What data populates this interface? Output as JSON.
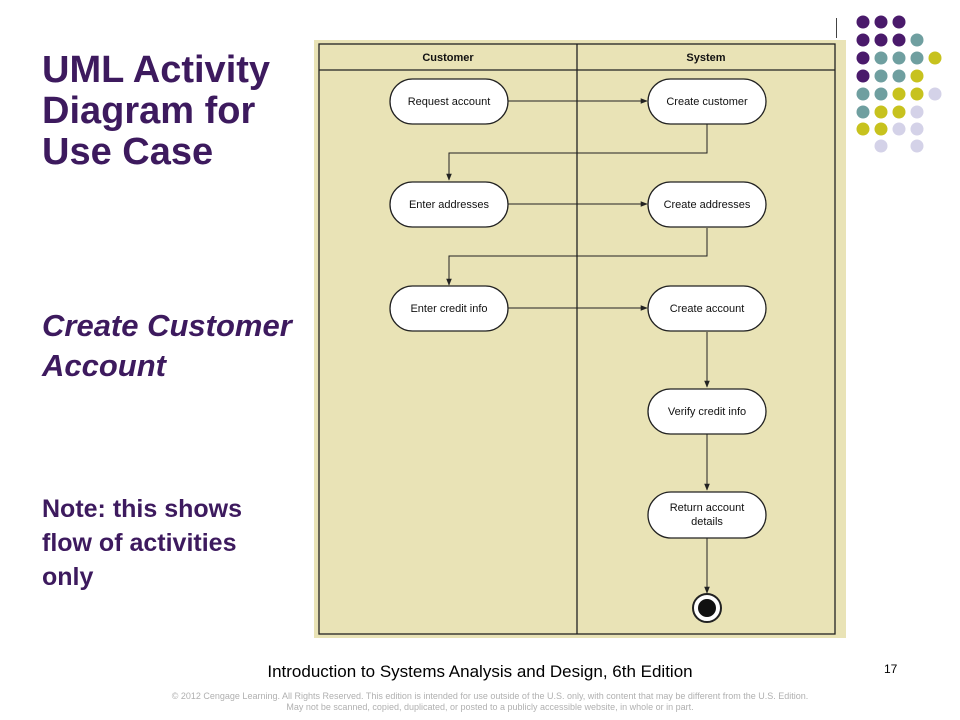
{
  "slide": {
    "title": "UML Activity Diagram for Use Case",
    "subtitle": "Create Customer Account",
    "note": "Note: this shows flow of activities only",
    "footer": "Introduction to Systems Analysis and Design, 6th Edition",
    "page_number": "17",
    "copyright_line1": "© 2012 Cengage Learning. All Rights Reserved. This edition is intended for use outside of the U.S. only, with content that may be different from the U.S. Edition.",
    "copyright_line2": "May not be scanned, copied, duplicated, or posted to a publicly accessible website, in whole or in part."
  },
  "diagram": {
    "lanes": [
      "Customer",
      "System"
    ],
    "nodes": {
      "request_account": "Request account",
      "create_customer": "Create customer",
      "enter_addresses": "Enter addresses",
      "create_addresses": "Create addresses",
      "enter_credit_info": "Enter credit info",
      "create_account": "Create account",
      "verify_credit_info": "Verify credit info",
      "return_account_details_line1": "Return account",
      "return_account_details_line2": "details"
    },
    "colors": {
      "background": "#e9e3b6",
      "node_fill": "#ffffff",
      "stroke": "#222222"
    }
  },
  "theme_colors": {
    "title": "#3d1a5e",
    "dot_purple": "#4a1a6b",
    "dot_teal": "#6f9fa0",
    "dot_olive": "#c7c21e",
    "dot_lavender": "#d4d2e8"
  }
}
